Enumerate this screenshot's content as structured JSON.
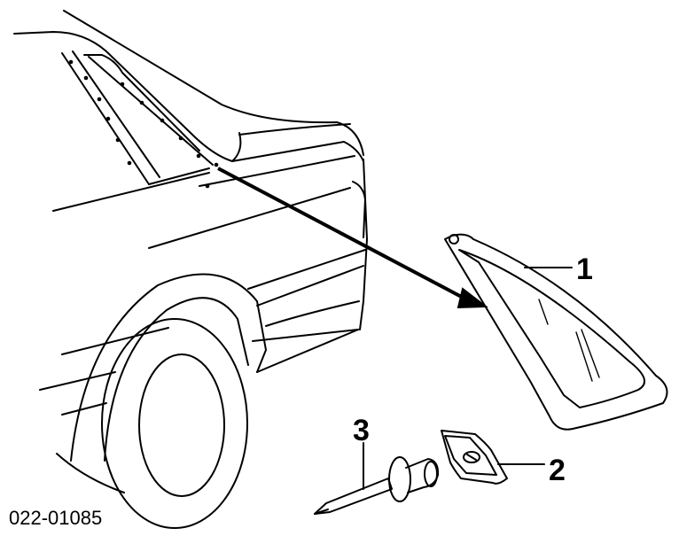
{
  "diagram": {
    "reference_code": "022-01085",
    "callouts": [
      {
        "id": "1",
        "label": "1"
      },
      {
        "id": "2",
        "label": "2"
      },
      {
        "id": "3",
        "label": "3"
      }
    ],
    "colors": {
      "line": "#000000",
      "background": "#ffffff"
    }
  }
}
